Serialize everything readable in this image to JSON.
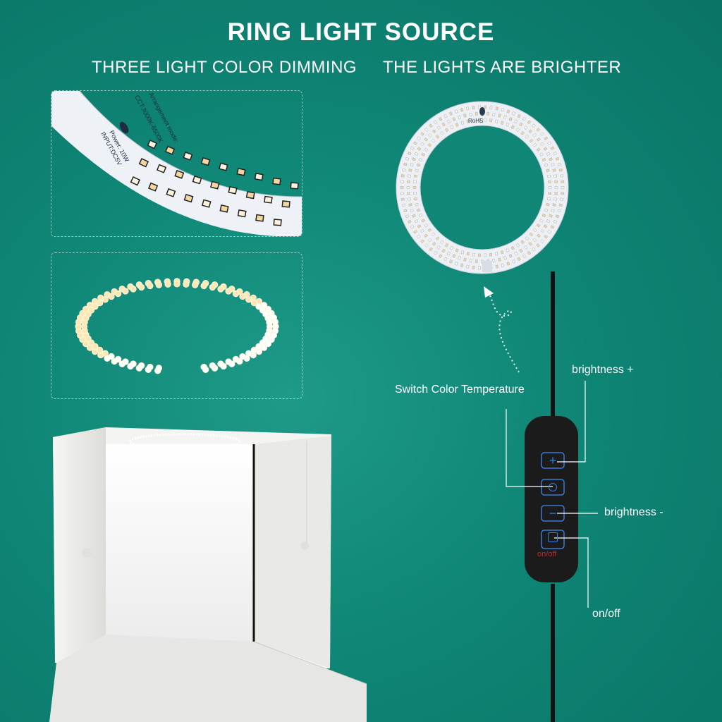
{
  "header": {
    "title": "RING LIGHT SOURCE",
    "subtitle_left": "THREE LIGHT COLOR DIMMING",
    "subtitle_right": "THE LIGHTS ARE BRIGHTER"
  },
  "board_text": {
    "line1": "INPUT:DC5V",
    "line2": "Power: 10W",
    "line3": "CCT:3000K-6500K",
    "line4": "Arrangement mode:",
    "rohs": "RoHS"
  },
  "controller": {
    "labels": {
      "switch_color": "Switch Color Temperature",
      "brightness_up": "brightness +",
      "brightness_down": "brightness -",
      "power": "on/off"
    },
    "buttons": {
      "plus": "+",
      "minus": "−",
      "power_text": "on/off"
    }
  },
  "colors": {
    "background": "#0f8676",
    "warm_led": "#f3d7a2",
    "cool_led": "#ffffff",
    "controller": "#1b1b1b",
    "button_outline": "#3a7bd5"
  }
}
